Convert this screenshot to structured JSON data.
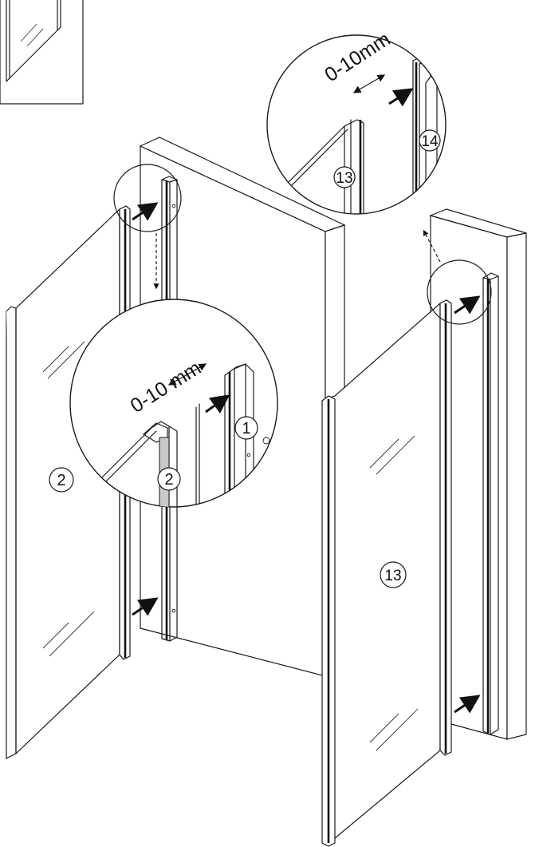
{
  "dimension_labels": {
    "top_detail": "0-10mm",
    "middle_detail": "0-10 mm"
  },
  "part_numbers": {
    "left_panel": "2",
    "right_panel": "13",
    "detail_profile_left": "1",
    "detail_panel_left": "2",
    "detail_panel_right": "13",
    "detail_profile_right": "14"
  },
  "icons": [
    "arrow-icon",
    "dashed-arrow-icon",
    "magnifier-circle-icon"
  ]
}
